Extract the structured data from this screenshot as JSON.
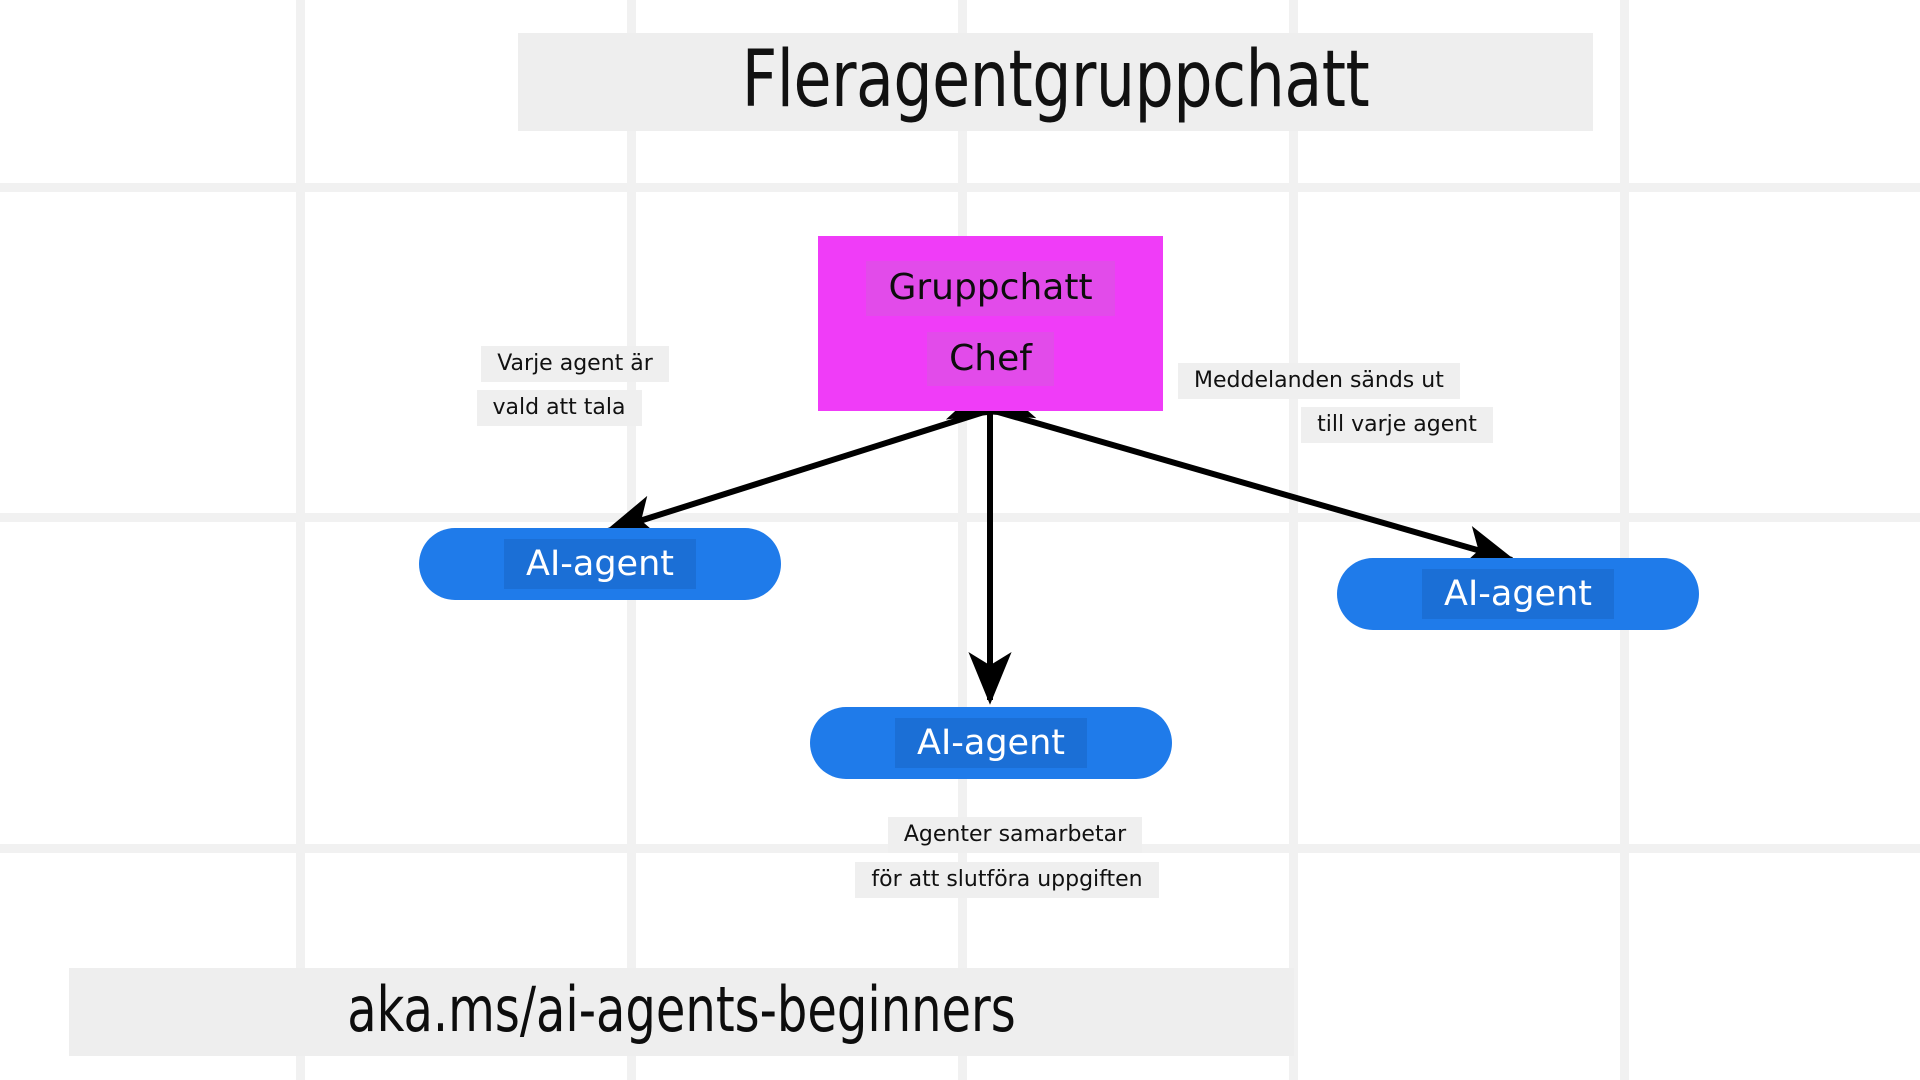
{
  "diagram": {
    "title": "Fleragentgruppchatt",
    "footer_url": "aka.ms/ai-agents-beginners",
    "manager": {
      "name": "group-chat-manager",
      "line1": "Gruppchatt",
      "line2": "Chef",
      "color": "#f03cf8",
      "text_highlight_color": "#e24bea"
    },
    "agents": [
      {
        "id": "agent-left",
        "label": "AI-agent",
        "color": "#1f7bea",
        "text_color": "#ffffff"
      },
      {
        "id": "agent-mid",
        "label": "AI-agent",
        "color": "#1f7bea",
        "text_color": "#ffffff"
      },
      {
        "id": "agent-right",
        "label": "AI-agent",
        "color": "#1f7bea",
        "text_color": "#ffffff"
      }
    ],
    "callouts": {
      "left": {
        "line1": "Varje agent är",
        "line2": "vald att tala"
      },
      "right": {
        "line1": "Meddelanden sänds ut",
        "line2": "till varje agent"
      },
      "bottom": {
        "line1": "Agenter samarbetar",
        "line2": "för att slutföra uppgiften"
      }
    },
    "connectors": [
      {
        "name": "manager-to-agent-left",
        "from": "group-chat-manager",
        "to": "agent-left",
        "style": "double-arrow"
      },
      {
        "name": "manager-to-agent-mid",
        "from": "group-chat-manager",
        "to": "agent-mid",
        "style": "double-arrow"
      },
      {
        "name": "manager-to-agent-right",
        "from": "group-chat-manager",
        "to": "agent-right",
        "style": "double-arrow"
      }
    ],
    "canvas": {
      "background": "#ffffff",
      "grid_line_color": "#f1f1f1",
      "band_color": "#eeeeee",
      "arrow_color": "#000000"
    }
  }
}
